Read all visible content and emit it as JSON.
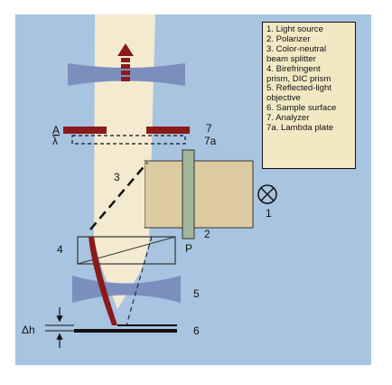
{
  "colors": {
    "background": "#a8c4e0",
    "beam": "#f4ead0",
    "lens": "#7c8ebd",
    "splitter_box": "#dccba0",
    "polarizer": "#a3b59b",
    "analyzer": "#8b1a1a",
    "legend_bg": "#f2e9c4"
  },
  "icons": {
    "beam_direction": "up-arrow-icon",
    "light_source": "lamp-cross-circle-icon"
  },
  "legend": [
    "1. Light source",
    "2. Polarizer",
    "3. Color-neutral",
    "beam splitter",
    "4. Birefringent",
    "prism, DIC prism",
    "5. Reflected-light",
    "objective",
    "6. Sample surface",
    "7. Analyzer",
    "7a. Lambda plate"
  ],
  "labels": {
    "analyzer_symbol": "A",
    "lambda_symbol": "λ",
    "n7": "7",
    "n7a": "7a",
    "n3": "3",
    "n1": "1",
    "n2": "2",
    "p": "P",
    "n4": "4",
    "n5": "5",
    "n6": "6",
    "delta_h": "Δh"
  }
}
